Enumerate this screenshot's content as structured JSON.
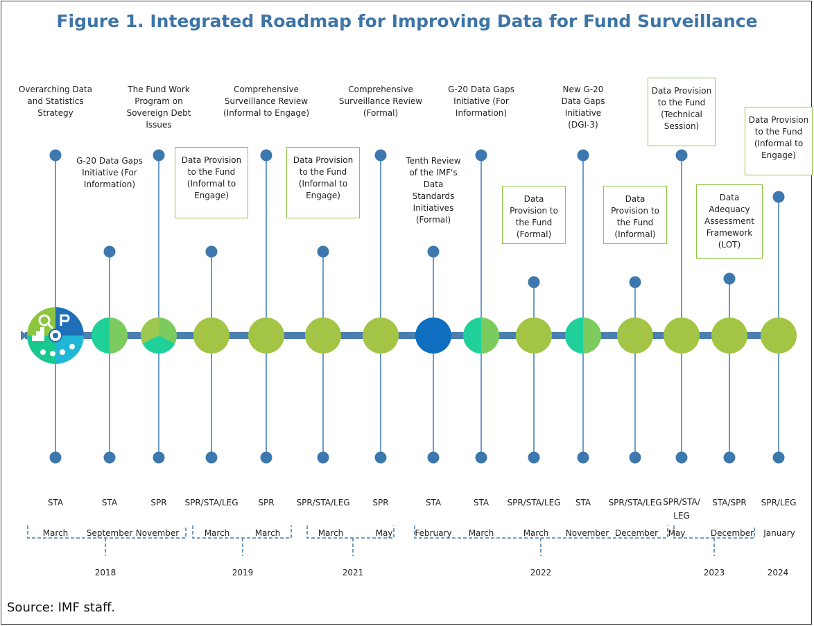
{
  "title": "Figure 1. Integrated Roadmap for Improving Data for Fund Surveillance",
  "source": "Source: IMF staff.",
  "colors": {
    "timeline": "#4a7fb0",
    "stem": "#5f8fc0",
    "dot": "#3c78ae",
    "lime": "#a4c445",
    "teal": "#1fd09a",
    "green": "#7ccb5f",
    "blue": "#0f6ec0",
    "box_border": "#8cc63f",
    "bracket": "#4a7fb0",
    "title": "#3d75a8"
  },
  "events": [
    {
      "label": "Overarching Data and Statistics Strategy",
      "dept": "STA",
      "month": "March",
      "boxed": false
    },
    {
      "label": "G-20 Data Gaps Initiative (For Information)",
      "dept": "STA",
      "month": "September",
      "boxed": false
    },
    {
      "label": "The Fund Work Program on Sovereign Debt Issues",
      "dept": "SPR",
      "month": "November",
      "boxed": false
    },
    {
      "label": "Data Provision to the Fund (Informal to Engage)",
      "dept": "SPR/STA/LEG",
      "month": "March",
      "boxed": true
    },
    {
      "label": "Comprehensive Surveillance Review (Informal to Engage)",
      "dept": "SPR",
      "month": "March",
      "boxed": false
    },
    {
      "label": "Data Provision to the Fund (Informal to Engage)",
      "dept": "SPR/STA/LEG",
      "month": "March",
      "boxed": true
    },
    {
      "label": "Comprehensive Surveillance Review (Formal)",
      "dept": "SPR",
      "month": "May",
      "boxed": false
    },
    {
      "label": "Tenth Review of the IMF's Data Standards Initiatives (Formal)",
      "dept": "STA",
      "month": "February",
      "boxed": false
    },
    {
      "label": "G-20 Data Gaps Initiative (For Information)",
      "dept": "STA",
      "month": "March",
      "boxed": false
    },
    {
      "label": "Data Provision to the Fund (Formal)",
      "dept": "SPR/STA/LEG",
      "month": "March",
      "boxed": true
    },
    {
      "label": "New G-20 Data Gaps Initiative (DGI-3)",
      "dept": "STA",
      "month": "November",
      "boxed": false
    },
    {
      "label": "Data Provision to the Fund (Informal)",
      "dept": "SPR/STA/LEG",
      "month": "December",
      "boxed": true
    },
    {
      "label": "Data Provision to the Fund (Technical Session)",
      "dept": "SPR/STA/ LEG",
      "month": "May",
      "boxed": true
    },
    {
      "label": "Data Adequacy Assessment Framework (LOT)",
      "dept": "STA/SPR",
      "month": "December",
      "boxed": true
    },
    {
      "label": "Data Provision to the Fund (Informal to Engage)",
      "dept": "SPR/LEG",
      "month": "January",
      "boxed": true
    }
  ],
  "years": [
    "2018",
    "2019",
    "2021",
    "2022",
    "2023",
    "2024"
  ]
}
